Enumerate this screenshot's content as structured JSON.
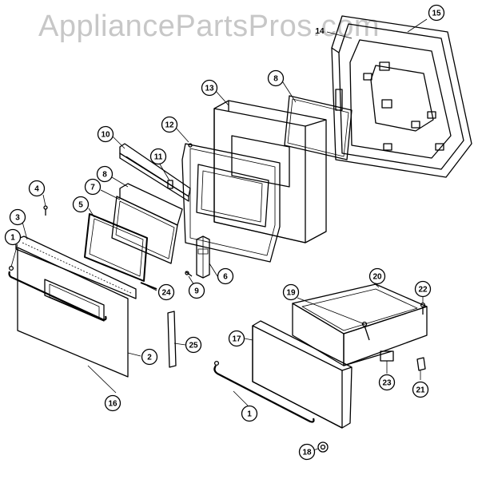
{
  "watermark": "AppliancePartsPros.com",
  "callouts": [
    {
      "id": "c15",
      "text": "15"
    },
    {
      "id": "c14",
      "text": "14"
    },
    {
      "id": "c8a",
      "text": "8"
    },
    {
      "id": "c13",
      "text": "13"
    },
    {
      "id": "c12",
      "text": "12"
    },
    {
      "id": "c10",
      "text": "10"
    },
    {
      "id": "c11",
      "text": "11"
    },
    {
      "id": "c8b",
      "text": "8"
    },
    {
      "id": "c7",
      "text": "7"
    },
    {
      "id": "c4",
      "text": "4"
    },
    {
      "id": "c5",
      "text": "5"
    },
    {
      "id": "c3",
      "text": "3"
    },
    {
      "id": "c1a",
      "text": "1"
    },
    {
      "id": "c24",
      "text": "24"
    },
    {
      "id": "c9",
      "text": "9"
    },
    {
      "id": "c6",
      "text": "6"
    },
    {
      "id": "c2",
      "text": "2"
    },
    {
      "id": "c25",
      "text": "25"
    },
    {
      "id": "c16",
      "text": "16"
    },
    {
      "id": "c20",
      "text": "20"
    },
    {
      "id": "c19",
      "text": "19"
    },
    {
      "id": "c22",
      "text": "22"
    },
    {
      "id": "c17",
      "text": "17"
    },
    {
      "id": "c23",
      "text": "23"
    },
    {
      "id": "c21",
      "text": "21"
    },
    {
      "id": "c1b",
      "text": "1"
    },
    {
      "id": "c18",
      "text": "18"
    }
  ]
}
